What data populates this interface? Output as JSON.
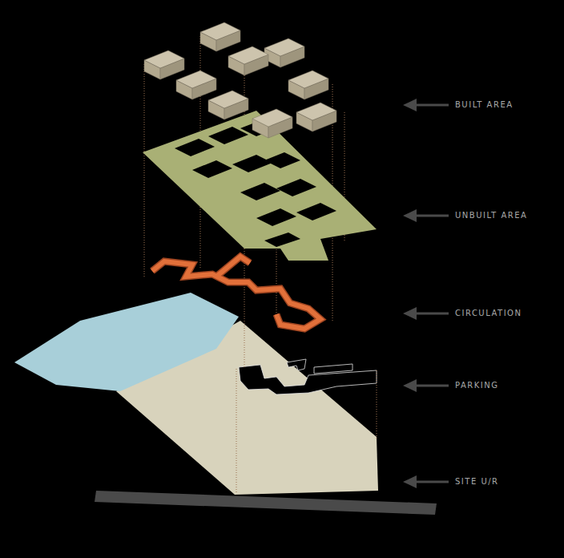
{
  "diagram": {
    "labels": [
      "BUILT AREA",
      "UNBUILT AREA",
      "CIRCULATION",
      "PARKING",
      "SITE U/R"
    ]
  }
}
